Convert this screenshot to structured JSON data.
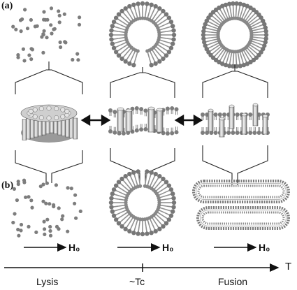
{
  "panels": {
    "a": "(a)",
    "b": "(b)"
  },
  "field_label": "H₀",
  "axis": {
    "name": "T",
    "ticks": [
      "Lysis",
      "~Tc",
      "Fusion"
    ]
  },
  "colors": {
    "lipid_head": "#7a7a7a",
    "cylinder": "#d9d9d9",
    "line": "#111111"
  }
}
